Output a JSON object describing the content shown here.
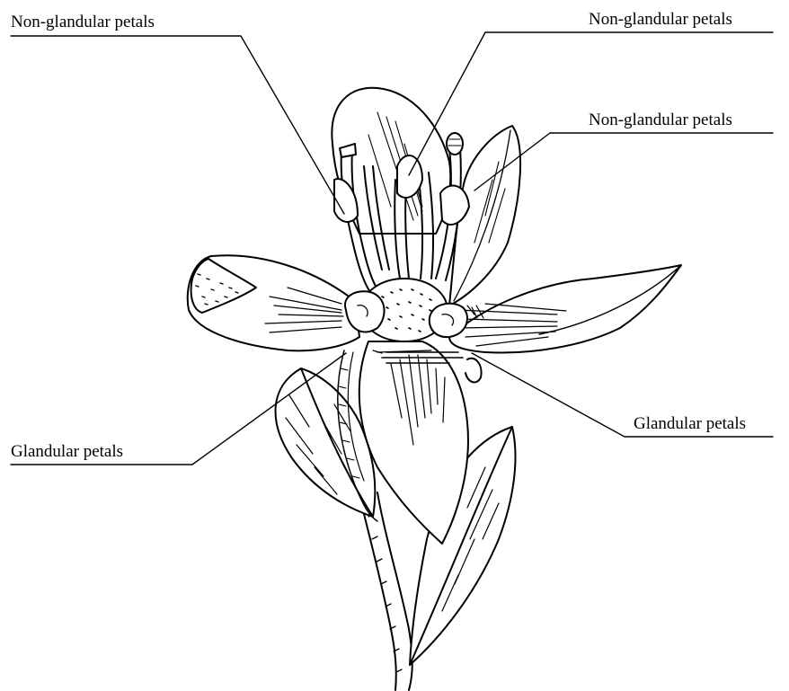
{
  "labels": {
    "non_glandular_top_left": "Non-glandular petals",
    "non_glandular_top_right": "Non-glandular petals",
    "non_glandular_middle_right": "Non-glandular petals",
    "glandular_left": "Glandular petals",
    "glandular_right": "Glandular petals"
  },
  "colors": {
    "ink": "#000000",
    "paper": "#ffffff"
  }
}
